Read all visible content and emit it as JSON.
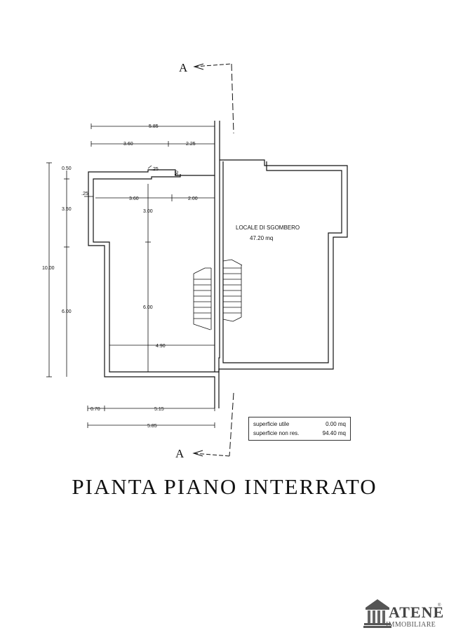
{
  "plan": {
    "section_marker_top": "A",
    "section_marker_bottom": "A",
    "room_name": "LOCALE DI SGOMBERO",
    "room_area": "47.20 mq",
    "dims": {
      "top_total": "5.85",
      "top_left": "3.60",
      "top_right": "2.25",
      "small_25_top": ".25",
      "small_50": ".50",
      "small_25_left": ".25",
      "inner_left": "3.60",
      "inner_right": "2.00",
      "inner_v1": "3.00",
      "inner_v2": "6.00",
      "inner_bottom": "4.90",
      "left_050": "0.50",
      "left_350": "3.50",
      "left_600": "6.00",
      "left_total": "10.00",
      "bottom_070": "0.70",
      "bottom_515": "5.15",
      "bottom_total": "5.85"
    }
  },
  "areas": {
    "utile_label": "superficie utile",
    "utile_value": "0.00 mq",
    "nonres_label": "superficie non res.",
    "nonres_value": "94.40 mq"
  },
  "title": "PIANTA PIANO INTERRATO",
  "logo": {
    "name": "ATENE",
    "subtitle": "IMMOBILIARE",
    "mark": "®"
  }
}
